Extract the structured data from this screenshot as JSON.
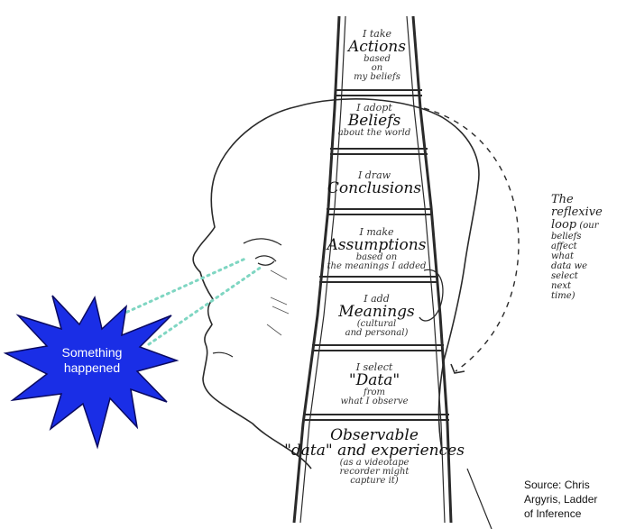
{
  "ladder": {
    "rungs": [
      {
        "pre": "I take",
        "main": "Actions",
        "post": "based",
        "post2": "on",
        "post3": "my beliefs"
      },
      {
        "pre": "I adopt",
        "main": "Beliefs",
        "post": "about the world"
      },
      {
        "pre": "I draw",
        "main": "Conclusions"
      },
      {
        "pre": "I make",
        "main": "Assumptions",
        "post": "based on",
        "post2": "the meanings I added"
      },
      {
        "pre": "I add",
        "main": "Meanings",
        "post": "(cultural",
        "post2": "and personal)"
      },
      {
        "pre": "I select",
        "main": "\"Data\"",
        "post": "from",
        "post2": "what I observe"
      }
    ],
    "base": {
      "line1": "Observable",
      "line2": "\"data\" and experiences",
      "line3": "(as a videotape",
      "line4": "recorder might",
      "line5": "capture it)"
    }
  },
  "loop": {
    "lead1": "The reflexive",
    "lead2": "loop",
    "lines": [
      "(our",
      "beliefs",
      "affect",
      "what",
      "data we",
      "select",
      "next",
      "time)"
    ]
  },
  "event": {
    "line1": "Something",
    "line2": "happened"
  },
  "source": {
    "line1": "Source: Chris",
    "line2": "Argyris, Ladder",
    "line3": "of Inference"
  },
  "colors": {
    "burst_fill": "#1a2ee6",
    "burst_stroke": "#0a0a60",
    "sight_line": "#7fd6c2",
    "ink": "#2a2a2a"
  }
}
